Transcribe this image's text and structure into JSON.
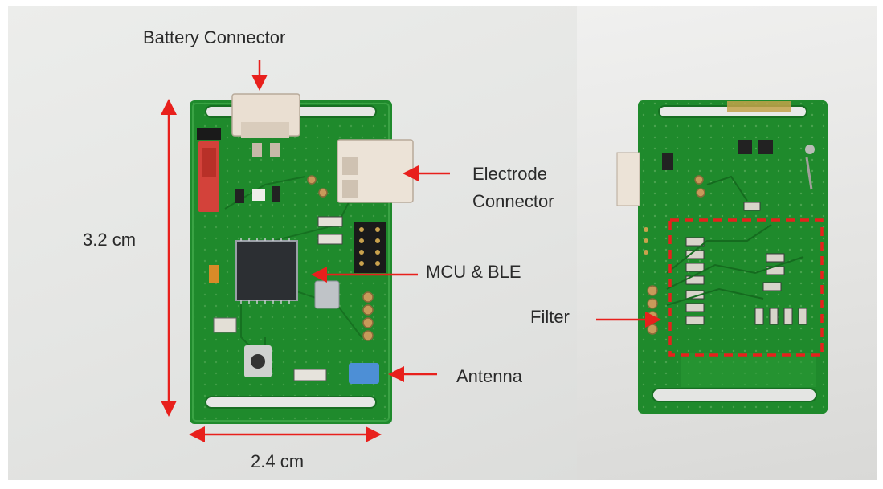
{
  "labels": {
    "battery_connector": "Battery Connector",
    "electrode_connector_line1": "Electrode",
    "electrode_connector_line2": "Connector",
    "mcu_ble": "MCU & BLE",
    "filter": "Filter",
    "antenna": "Antenna",
    "height": "3.2 cm",
    "width": "2.4 cm"
  },
  "colors": {
    "arrow": "#e8201c",
    "pcb_green": "#1f8a2c",
    "text": "#2a2a2a"
  }
}
